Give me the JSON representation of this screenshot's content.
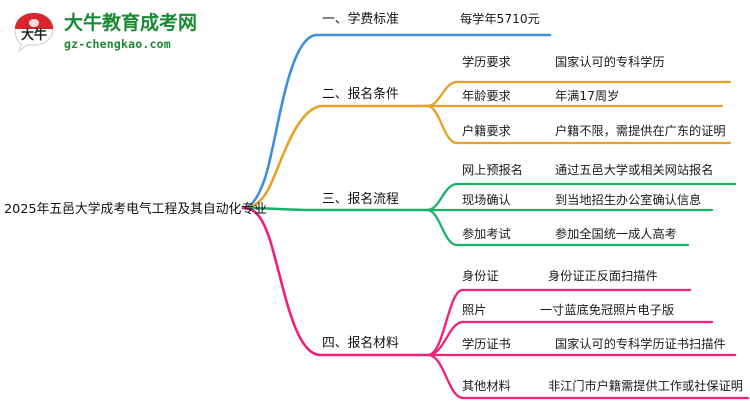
{
  "logo": {
    "mark_text": "大牛",
    "title": "大牛教育成考网",
    "url": "gz-chengkao.com",
    "brand_color": "#1a8a33",
    "mark_color": "#d8262c"
  },
  "mindmap": {
    "root": {
      "label": "2025年五邑大学成考电气工程及其自动化专业"
    },
    "branches": [
      {
        "label": "一、学费标准",
        "color": "#3c8ede",
        "leaves": [
          {
            "label": "",
            "value": "每学年5710元"
          }
        ]
      },
      {
        "label": "二、报名条件",
        "color": "#e8a127",
        "leaves": [
          {
            "label": "学历要求",
            "value": "国家认可的专科学历"
          },
          {
            "label": "年龄要求",
            "value": "年满17周岁"
          },
          {
            "label": "户籍要求",
            "value": "户籍不限，需提供在广东的证明"
          }
        ]
      },
      {
        "label": "三、报名流程",
        "color": "#17b26a",
        "leaves": [
          {
            "label": "网上预报名",
            "value": "通过五邑大学或相关网站报名"
          },
          {
            "label": "现场确认",
            "value": "到当地招生办公室确认信息"
          },
          {
            "label": "参加考试",
            "value": "参加全国统一成人高考"
          }
        ]
      },
      {
        "label": "四、报名材料",
        "color": "#ef1f7a",
        "leaves": [
          {
            "label": "身份证",
            "value": "身份证正反面扫描件"
          },
          {
            "label": "照片",
            "value": "一寸蓝底免冠照片电子版"
          },
          {
            "label": "学历证书",
            "value": "国家认可的专科学历证书扫描件"
          },
          {
            "label": "其他材料",
            "value": "非江门市户籍需提供工作或社保证明"
          }
        ]
      }
    ]
  }
}
